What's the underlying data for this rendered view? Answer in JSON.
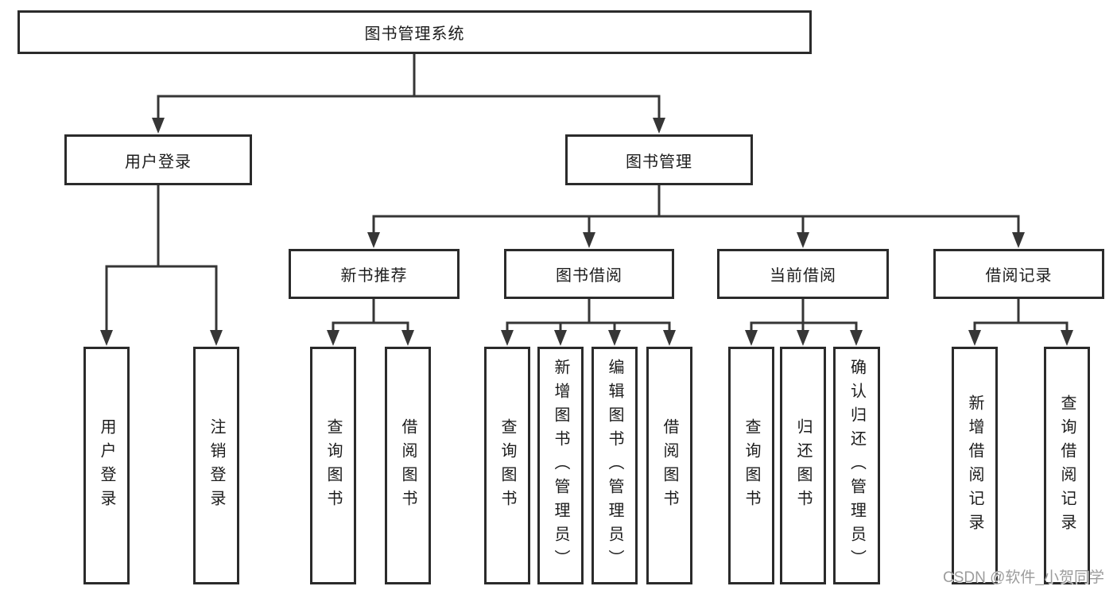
{
  "diagram": {
    "root": {
      "label": "图书管理系统"
    },
    "level1": {
      "user_login": {
        "label": "用户登录"
      },
      "book_mgmt": {
        "label": "图书管理"
      }
    },
    "level2": {
      "new_book_rec": {
        "label": "新书推荐"
      },
      "book_borrow": {
        "label": "图书借阅"
      },
      "current_borrow": {
        "label": "当前借阅"
      },
      "borrow_records": {
        "label": "借阅记录"
      }
    },
    "leaves": {
      "user_login": [
        {
          "label": "用户登录"
        },
        {
          "label": "注销登录"
        }
      ],
      "new_book_rec": [
        {
          "label": "查询图书"
        },
        {
          "label": "借阅图书"
        }
      ],
      "book_borrow": [
        {
          "label": "查询图书"
        },
        {
          "label": "新增图书（管理员）"
        },
        {
          "label": "编辑图书（管理员）"
        },
        {
          "label": "借阅图书"
        }
      ],
      "current_borrow": [
        {
          "label": "查询图书"
        },
        {
          "label": "归还图书"
        },
        {
          "label": "确认归还（管理员）"
        }
      ],
      "borrow_records": [
        {
          "label": "新增借阅记录"
        },
        {
          "label": "查询借阅记录"
        }
      ]
    }
  },
  "watermark": {
    "text": "CSDN @软件_小贺同学"
  },
  "colors": {
    "line": "#363636",
    "box_border": "#2b2b2b",
    "text": "#1c1c1c",
    "watermark": "#9c9c9c",
    "background": "#ffffff"
  }
}
